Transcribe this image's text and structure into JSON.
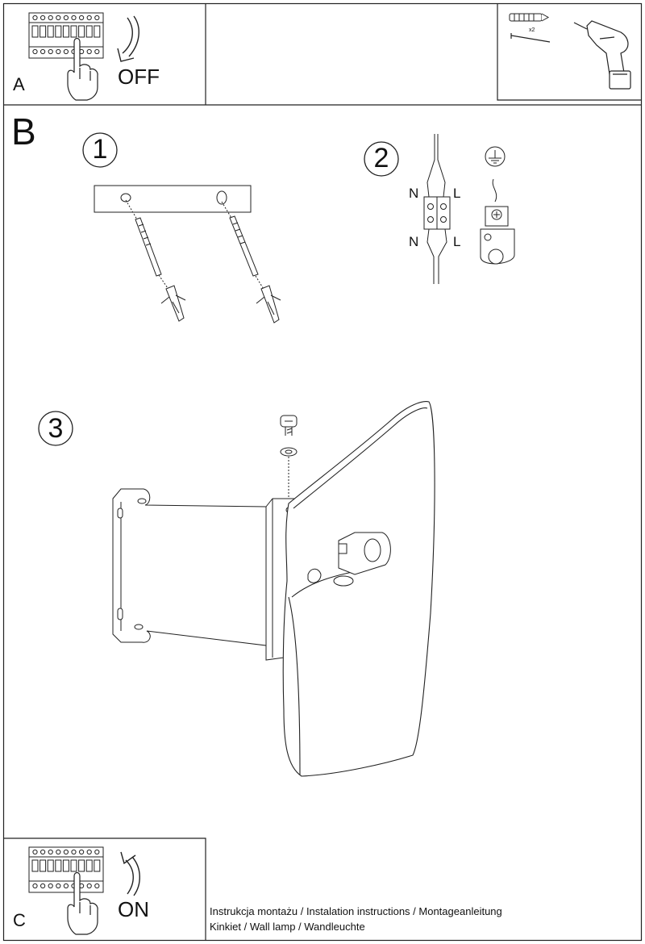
{
  "sections": {
    "a": "A",
    "b": "B",
    "c": "C"
  },
  "power": {
    "off": "OFF",
    "on": "ON"
  },
  "tools": {
    "quantity": "x2"
  },
  "steps": [
    "1",
    "2",
    "3"
  ],
  "wiring": {
    "neutral": "N",
    "live": "L"
  },
  "footer": {
    "line1": "Instrukcja montażu / Instalation instructions / Montageanleitung",
    "line2": "Kinkiet  / Wall lamp / Wandleuchte"
  },
  "colors": {
    "ink": "#111111",
    "paper": "#ffffff"
  }
}
